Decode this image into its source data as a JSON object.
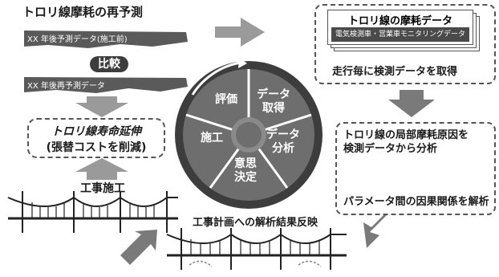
{
  "left": {
    "title": "トロリ線摩耗の再予測",
    "band_top": "XX 年後予測データ(施工前)",
    "compare": "比較",
    "band_bottom": "XX 年後再予測データ",
    "result_line1": "トロリ線寿命延伸",
    "result_line2": "(張替コストを削減)",
    "work_label": "工事施工"
  },
  "wheel": {
    "segments": [
      "評価",
      "データ\n取得",
      "データ\n分析",
      "意思\n決定",
      "施工"
    ]
  },
  "right_top": {
    "card_title": "トロリ線の摩耗データ",
    "card_band": "電気検測車・営業車モニタリングデータ",
    "caption": "走行毎に検測データを取得"
  },
  "right_mid": {
    "line1": "トロリ線の局部摩耗原因を",
    "line2": "検測データから分析",
    "line3": "パラメータ間の因果関係を解析"
  },
  "bottom": {
    "label": "工事計画への解析結果反映"
  },
  "colors": {
    "dark": "#3d3d3d",
    "mid": "#7a7a7a",
    "light": "#9a9a9a",
    "arrow": "#8a8a8a"
  }
}
